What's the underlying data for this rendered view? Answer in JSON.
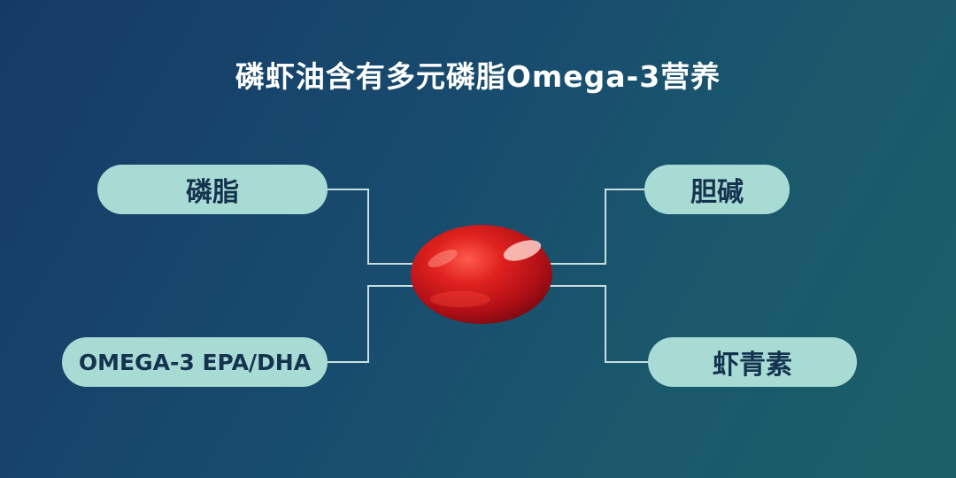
{
  "title": "磷虾油含有多元磷脂Omega-3营养",
  "nodes": {
    "top_left": "磷脂",
    "bottom_left": "OMEGA-3 EPA/DHA",
    "top_right": "胆碱",
    "bottom_right": "虾青素"
  },
  "colors": {
    "background": "#184c6e",
    "pill": "#a9dbd5",
    "pill_text": "#14334f",
    "connector": "#c9dede",
    "capsule": "#c8141c"
  }
}
